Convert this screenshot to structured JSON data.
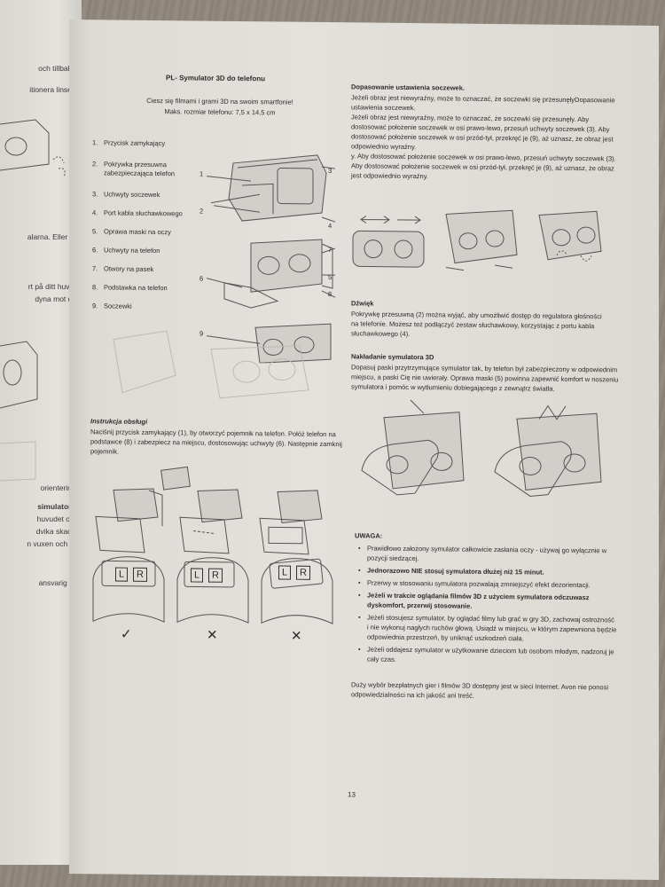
{
  "left_page": {
    "fragments": [
      "och tillbaka.",
      "itionera linsen.",
      "alarna. Eller då",
      "rt på ditt huvud",
      "dyna mot ditt",
      "orientering.",
      "simulatorn.",
      "huvudet och",
      "dvika skada.",
      "n vuxen och ha",
      "ansvarig för"
    ]
  },
  "title": "PL- Symulator 3D do telefonu",
  "intro": [
    "Ciesz się filmami i grami 3D na swoim smartfonie!",
    "Maks. rozmiar telefonu: 7,5 x 14,5 cm"
  ],
  "parts": [
    {
      "num": "1.",
      "label": "Przycisk zamykający"
    },
    {
      "num": "2.",
      "label": "Pokrywka przesuwna zabezpieczająca telefon"
    },
    {
      "num": "3.",
      "label": "Uchwyty soczewek"
    },
    {
      "num": "4.",
      "label": "Port kabla słuchawkowego"
    },
    {
      "num": "5.",
      "label": "Oprawa maski na oczy"
    },
    {
      "num": "6.",
      "label": "Uchwyty na telefon"
    },
    {
      "num": "7.",
      "label": "Otwory na pasek"
    },
    {
      "num": "8.",
      "label": "Podstawka na telefon"
    },
    {
      "num": "9.",
      "label": "Soczewki"
    }
  ],
  "callouts": [
    "1",
    "2",
    "3",
    "4",
    "5",
    "6",
    "7",
    "8",
    "9"
  ],
  "instrukcja": {
    "heading": "Instrukcja obsługi",
    "lines": [
      "Naciśnij przycisk zamykający (1), by otworzyć pojemnik na telefon. Połóż telefon na",
      "podstawce (8) i zabezpiecz na miejscu, dostosowując uchwyty (6). Następnie zamknij",
      "pojemnik."
    ]
  },
  "lr_labels": {
    "l": "L",
    "r": "R"
  },
  "marks": {
    "ok": "✓",
    "bad": "✕"
  },
  "dopasowanie": {
    "heading": "Dopasowanie ustawienia soczewek.",
    "lines": [
      "Jeżeli obraz jest niewyraźny, może to oznaczać, że soczewki się przesunęłyDopasowanie",
      "ustawienia soczewek.",
      "Jeżeli obraz jest niewyraźny, może to oznaczać, że soczewki się przesunęły. Aby",
      "dostosować położenie soczewek w osi prawo-lewo, przesuń uchwyty soczewek (3). Aby",
      "dostosować położenie soczewek w osi przód-tył, przekręć je (9), aż uznasz, że obraz jest",
      "odpowiednio wyraźny.",
      "y. Aby dostosować położenie soczewek w osi prawo-lewo, przesuń uchwyty soczewek (3).",
      "Aby dostosować położenie soczewek w osi przód-tył, przekręć je (9), aż uznasz, że obraz",
      "jest odpowiednio wyraźny."
    ]
  },
  "dzwiek": {
    "heading": "Dźwięk",
    "lines": [
      "Pokrywkę przesuwną (2) można wyjąć, aby umożliwić dostęp do regulatora głośności",
      "na telefonie. Możesz też podłączyć zestaw słuchawkowy, korzystając z portu kabla",
      "słuchawkowego (4)."
    ]
  },
  "nakladanie": {
    "heading": "Nakładanie symulatora 3D",
    "lines": [
      "Dopasuj paski przytrzymujące symulator tak, by telefon był zabezpieczony w odpowiednim",
      "miejscu, a paski Cię nie uwierały. Oprawa maski (5) powinna zapewnić komfort w noszeniu",
      "symulatora i pomóc w wytłumieniu dobiegającego z zewnątrz światła."
    ]
  },
  "uwaga": {
    "heading": "UWAGA:",
    "items": [
      {
        "lines": [
          "Prawidłowo założony symulator całkowicie zasłania oczy - używaj go wyłącznie w",
          "pozycji siedzącej."
        ],
        "bold": false
      },
      {
        "lines": [
          "Jednorazowo NIE stosuj symulatora dłużej niż 15 minut."
        ],
        "bold": true
      },
      {
        "lines": [
          "Przerwy w stosowaniu symulatora pozwalają zmniejszyć efekt dezorientacji."
        ],
        "bold": false
      },
      {
        "lines": [
          "Jeżeli w trakcie oglądania filmów 3D z użyciem symulatora odczuwasz",
          "dyskomfort, przerwij stosowanie."
        ],
        "bold": true
      },
      {
        "lines": [
          "Jeżeli stosujesz symulator, by oglądać filmy lub grać w gry 3D, zachowaj ostrożność",
          "i nie wykonuj nagłych ruchów głową. Usiądź w miejscu, w którym zapewniona będzie",
          "odpowiednia przestrzeń, by uniknąć uszkodzeń ciała."
        ],
        "bold": false
      },
      {
        "lines": [
          "Jeżeli oddajesz symulator w użytkowanie dzieciom lub osobom młodym, nadzoruj je",
          "cały czas."
        ],
        "bold": false
      }
    ]
  },
  "footer": [
    "Duży wybór bezpłatnych gier i filmów 3D dostępny jest w sieci Internet. Avon nie ponosi",
    "odpowiedzialności na ich jakość ani treść."
  ],
  "page_number": "13"
}
